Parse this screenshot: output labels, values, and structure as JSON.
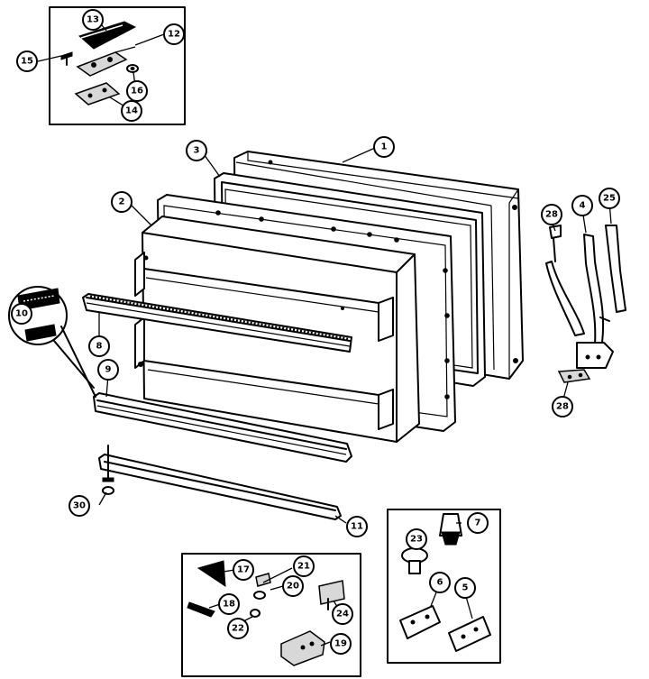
{
  "callouts": [
    {
      "id": "c13",
      "label": "13"
    },
    {
      "id": "c12",
      "label": "12"
    },
    {
      "id": "c15",
      "label": "15"
    },
    {
      "id": "c16",
      "label": "16"
    },
    {
      "id": "c14",
      "label": "14"
    },
    {
      "id": "c3",
      "label": "3"
    },
    {
      "id": "c1",
      "label": "1"
    },
    {
      "id": "c2",
      "label": "2"
    },
    {
      "id": "c28a",
      "label": "28"
    },
    {
      "id": "c4",
      "label": "4"
    },
    {
      "id": "c25",
      "label": "25"
    },
    {
      "id": "c10",
      "label": "10"
    },
    {
      "id": "c8",
      "label": "8"
    },
    {
      "id": "c9",
      "label": "9"
    },
    {
      "id": "c28b",
      "label": "28"
    },
    {
      "id": "c30",
      "label": "30"
    },
    {
      "id": "c11",
      "label": "11"
    },
    {
      "id": "c23",
      "label": "23"
    },
    {
      "id": "c7",
      "label": "7"
    },
    {
      "id": "c6",
      "label": "6"
    },
    {
      "id": "c5",
      "label": "5"
    },
    {
      "id": "c17",
      "label": "17"
    },
    {
      "id": "c21",
      "label": "21"
    },
    {
      "id": "c20",
      "label": "20"
    },
    {
      "id": "c18",
      "label": "18"
    },
    {
      "id": "c22",
      "label": "22"
    },
    {
      "id": "c24",
      "label": "24"
    },
    {
      "id": "c19",
      "label": "19"
    }
  ]
}
